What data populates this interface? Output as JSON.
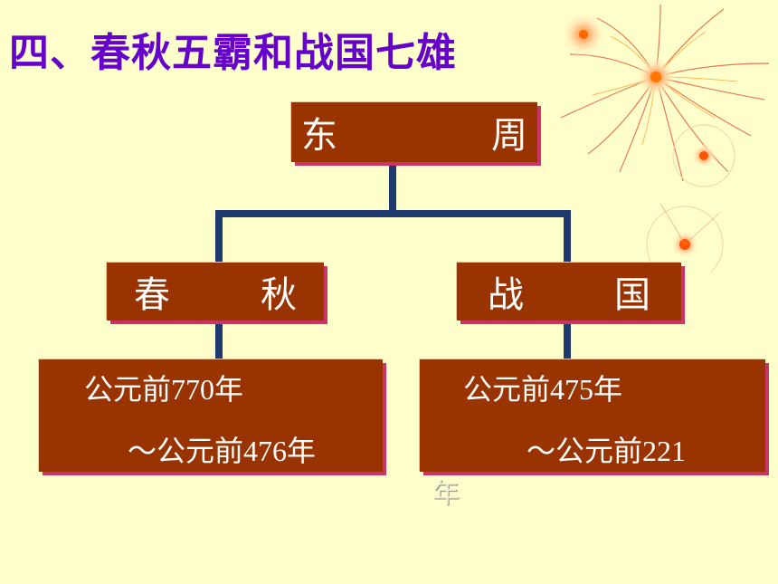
{
  "title": "四、春秋五霸和战国七雄",
  "root": {
    "label": "东　　周"
  },
  "left": {
    "label": "春　秋",
    "date_line1": "公元前770年",
    "date_line2": "～公元前476年"
  },
  "right": {
    "label": "战　国",
    "date_line1": "公元前475年",
    "date_line2": "～公元前221",
    "date_overflow": "年"
  },
  "colors": {
    "background": "#FFFFCC",
    "title": "#6600CC",
    "box": "#993300",
    "box_shadow": "#CC3366",
    "connector": "#1F3A6E"
  },
  "decoration": "fireworks-icon"
}
